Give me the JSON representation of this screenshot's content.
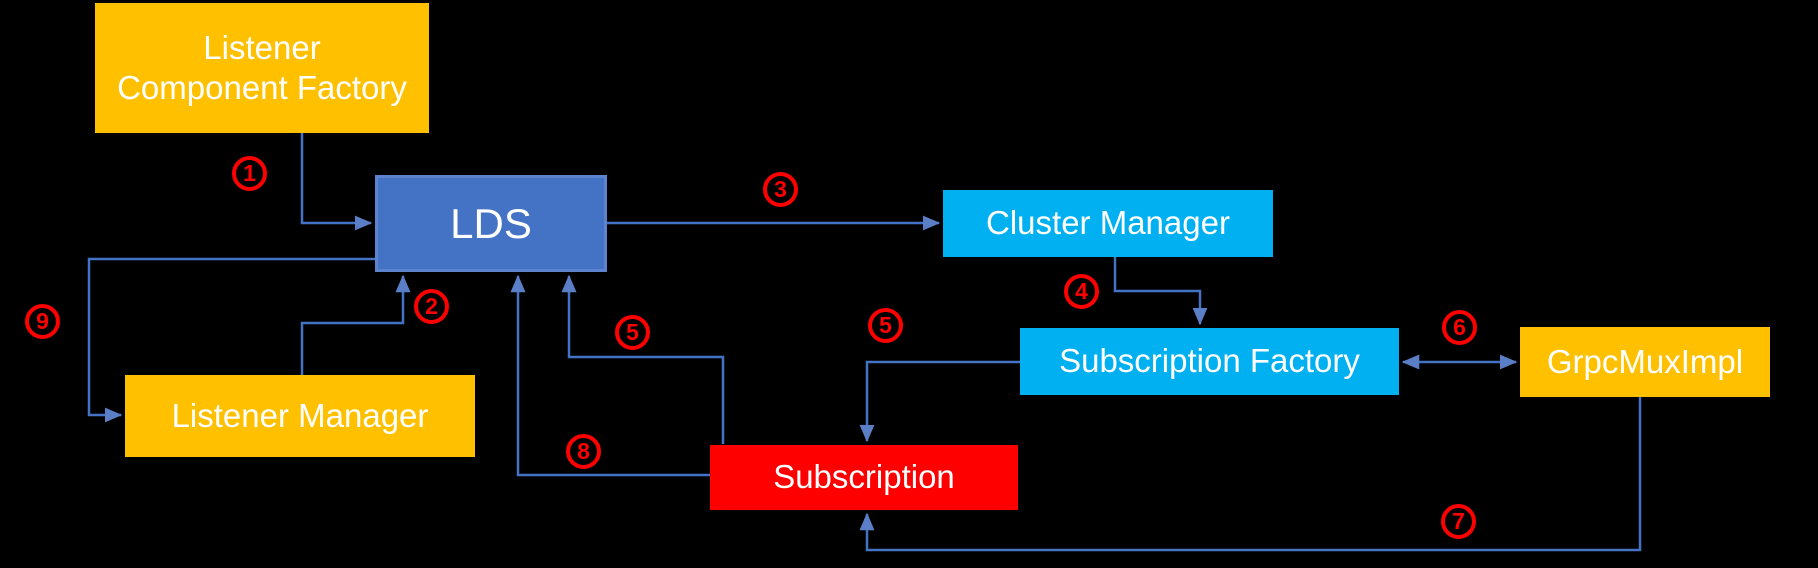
{
  "css_vars": {
    "--connector-color": "#4472C4",
    "--arrowhead-color": "#5B7FC7",
    "--badge-color": "#FF0000",
    "--canvas-bg": "#000000"
  },
  "nodes": {
    "listener_component_factory": {
      "lines": [
        "Listener",
        "Component Factory"
      ],
      "fill": "#FFC000",
      "text_color": "#FFFFFF"
    },
    "lds": {
      "label": "LDS",
      "fill": "#4472C4",
      "border": "#5C84CE",
      "text_color": "#FFFFFF"
    },
    "cluster_manager": {
      "label": "Cluster Manager",
      "fill": "#00B0F0",
      "text_color": "#FFFFFF"
    },
    "subscription_factory": {
      "label": "Subscription Factory",
      "fill": "#00B0F0",
      "text_color": "#FFFFFF"
    },
    "grpc_mux_impl": {
      "label": "GrpcMuxImpl",
      "fill": "#FFC000",
      "text_color": "#FFFFFF"
    },
    "listener_manager": {
      "label": "Listener Manager",
      "fill": "#FFC000",
      "text_color": "#FFFFFF"
    },
    "subscription": {
      "label": "Subscription",
      "fill": "#FF0000",
      "text_color": "#FFFFFF"
    }
  },
  "steps": {
    "s1": "1",
    "s2": "2",
    "s3": "3",
    "s4": "4",
    "s5a": "5",
    "s5b": "5",
    "s6": "6",
    "s7": "7",
    "s8": "8",
    "s9": "9"
  },
  "edges": [
    {
      "step": "1",
      "from": "listener_component_factory",
      "to": "lds"
    },
    {
      "step": "2",
      "from": "listener_manager",
      "to": "lds"
    },
    {
      "step": "3",
      "from": "lds",
      "to": "cluster_manager"
    },
    {
      "step": "4",
      "from": "cluster_manager",
      "to": "subscription_factory"
    },
    {
      "step": "5",
      "from": "subscription",
      "to": "lds"
    },
    {
      "step": "5",
      "from": "subscription_factory",
      "to": "subscription"
    },
    {
      "step": "6",
      "from": "subscription_factory",
      "to": "grpc_mux_impl",
      "bidirectional": true
    },
    {
      "step": "7",
      "from": "grpc_mux_impl",
      "to": "subscription"
    },
    {
      "step": "8",
      "from": "subscription",
      "to": "lds"
    },
    {
      "step": "9",
      "from": "lds",
      "to": "listener_manager"
    }
  ]
}
